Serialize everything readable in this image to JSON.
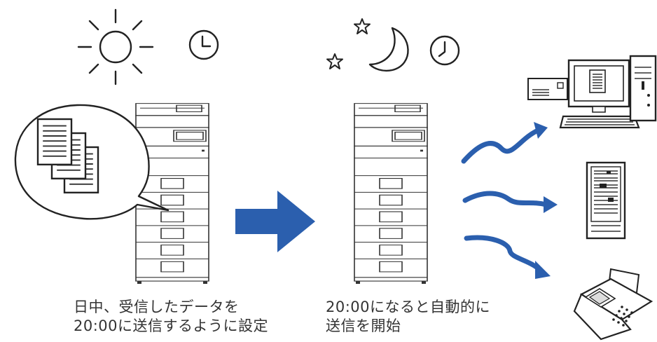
{
  "captions": {
    "left_line1": "日中、受信したデータを",
    "left_line2": "20:00に送信するように設定",
    "right_line1": "20:00になると自動的に",
    "right_line2": "送信を開始"
  },
  "icons": {
    "daytime": [
      "sun-icon",
      "clock-icon"
    ],
    "nighttime": [
      "star-icon",
      "star-icon",
      "moon-icon",
      "clock-icon"
    ],
    "devices": [
      "multifunction-printer-icon",
      "received-documents-icon",
      "arrow-right-icon",
      "email-envelope-icon",
      "computer-icon",
      "server-icon",
      "fax-machine-icon"
    ]
  },
  "colors": {
    "arrow_blue": "#2b5fae",
    "line": "#333333"
  }
}
